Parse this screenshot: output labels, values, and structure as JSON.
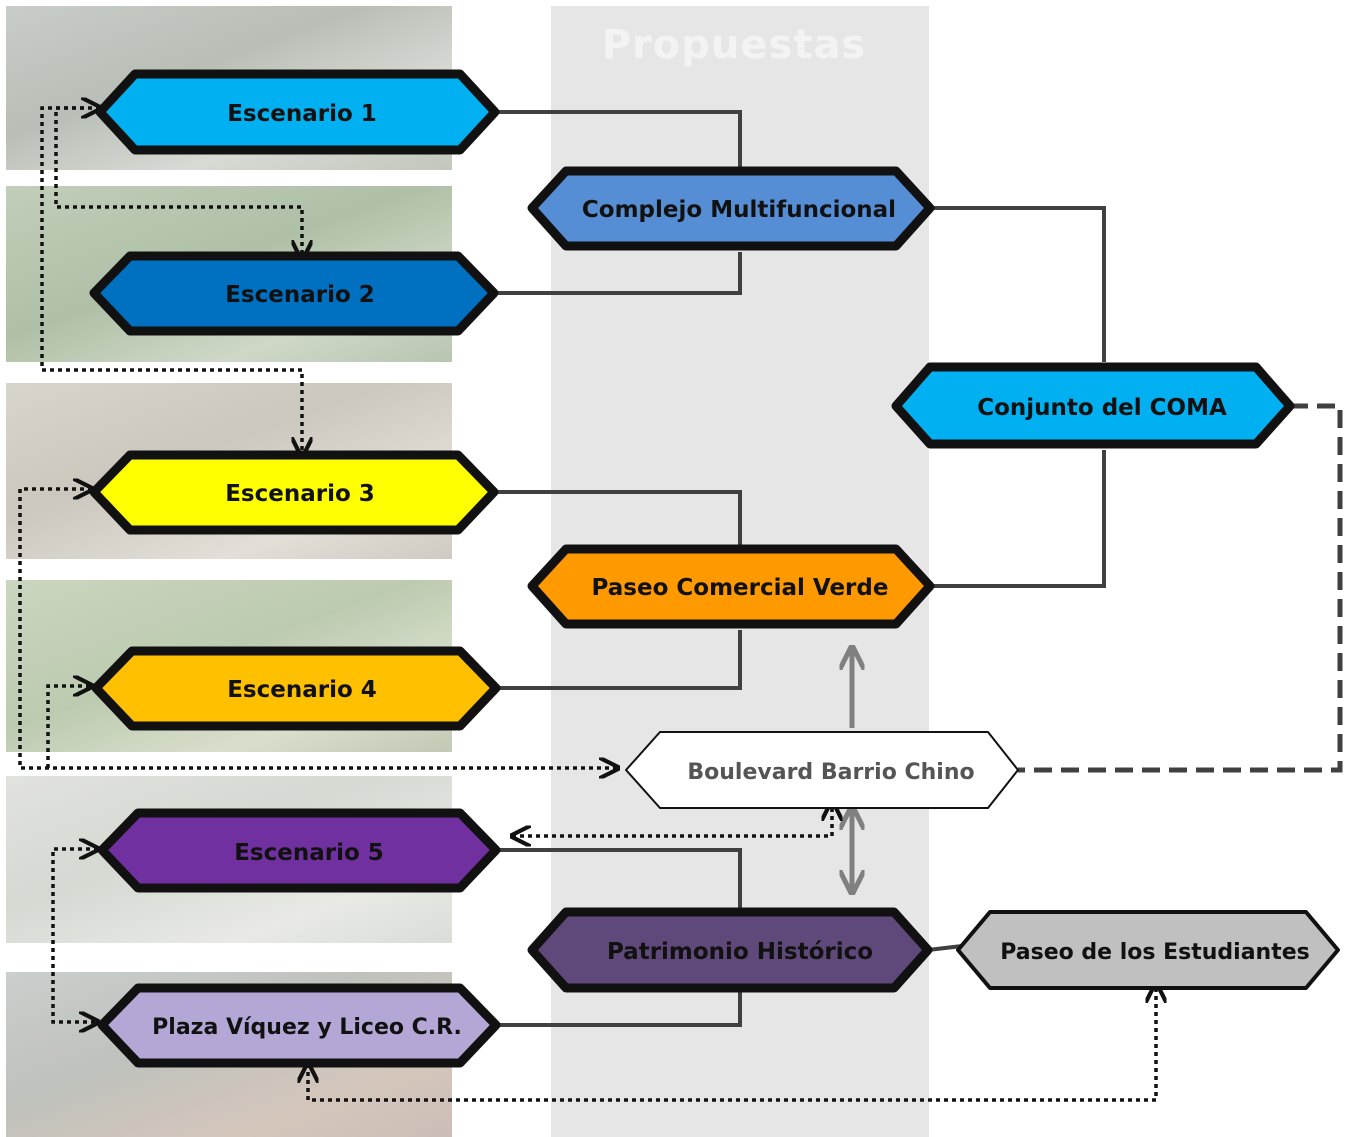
{
  "column_header": "Propuestas",
  "colors": {
    "escenario_1": "#00b0f0",
    "escenario_2": "#0070c0",
    "escenario_3": "#ffff00",
    "escenario_4": "#ffc000",
    "escenario_5": "#7030a0",
    "plaza": "#b4a7d6",
    "complejo": "#558ed5",
    "paseo_verde": "#ff9900",
    "patrimonio": "#5f497a",
    "conjunto": "#00b0f0",
    "boulevard": "#ffffff",
    "estudiantes": "#c0c0c0"
  },
  "scenarios": [
    {
      "label": "Escenario 1"
    },
    {
      "label": "Escenario 2"
    },
    {
      "label": "Escenario 3"
    },
    {
      "label": "Escenario 4"
    },
    {
      "label": "Escenario 5"
    },
    {
      "label": "Plaza Víquez y Liceo C.R."
    }
  ],
  "proposals": {
    "complejo": "Complejo Multifuncional",
    "paseo_verde": "Paseo Comercial Verde",
    "patrimonio": "Patrimonio Histórico"
  },
  "conjunto": "Conjunto del COMA",
  "boulevard": "Boulevard Barrio Chino",
  "estudiantes": "Paseo de los Estudiantes"
}
